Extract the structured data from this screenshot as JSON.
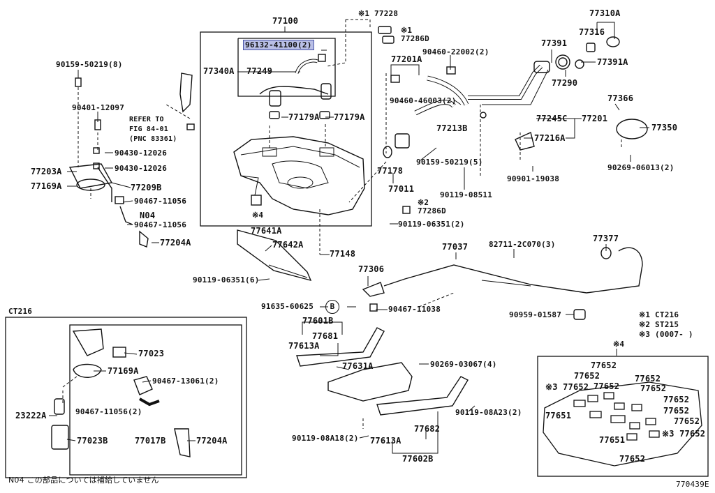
{
  "diagram": {
    "figure_id": "770439E",
    "footnote": "N04 この部品については補給していません",
    "inset_left_title": "CT216",
    "inset_right_title": "※4",
    "legend": [
      "※1 CT216",
      "※2 ST215",
      "※3 (0007-    )"
    ],
    "highlighted_part": "96132-41100(2)",
    "labels": {
      "p77100": "77100",
      "p77228": "※1 77228",
      "p77310A": "77310A",
      "p77316": "77316",
      "p96132": "96132-41100(2)",
      "p77286D_1": "※1\n77286D",
      "p77391": "77391",
      "p77391A": "77391A",
      "p77290": "77290",
      "p90460_2": "90460-22002(2)",
      "p77201A": "77201A",
      "p90159_8": "90159-50219(8)",
      "p77340A": "77340A",
      "p77249": "77249",
      "p90401": "90401-12097",
      "p77366": "77366",
      "p90460_46": "90460-46003(2)",
      "p77179A_1": "77179A",
      "p77179A_2": "77179A",
      "p77213B": "77213B",
      "p77245C": "77245C",
      "p77201": "77201",
      "p77350": "77350",
      "p_refer": "REFER TO\nFIG 84-01\n(PNC 83361)",
      "p77216A": "77216A",
      "p90430_1": "90430-12026",
      "p90430_2": "90430-12026",
      "p77203A": "77203A",
      "p77169A": "77169A",
      "p77209B": "77209B",
      "p77178": "77178",
      "p90159_5": "90159-50219(5)",
      "p90901": "90901-19038",
      "p90269_06013": "90269-06013(2)",
      "p77011": "77011",
      "p90119_08511": "90119-08511",
      "p90467_a": "90467-11056",
      "p_mark4": "※4",
      "p77286D_2": "※2\n77286D",
      "pN04": "N04",
      "p90467_b": "90467-11056",
      "p90119_06351_2": "90119-06351(2)",
      "p77641A": "77641A",
      "p77204A": "77204A",
      "p77642A": "77642A",
      "p77148": "77148",
      "p77037": "77037",
      "p82711": "82711-2C070(3)",
      "p77377": "77377",
      "p90119_06351_6": "90119-06351(6)",
      "p77306": "77306",
      "p91635": "91635-60625",
      "pB": "B",
      "p90467_11038": "90467-11038",
      "p90959": "90959-01587",
      "p77601B": "77601B",
      "p77681": "77681",
      "p77613A_1": "77613A",
      "p77631A": "77631A",
      "p90269_03067": "90269-03067(4)",
      "p90119_08A23": "90119-08A23(2)",
      "p90119_08A18": "90119-08A18(2)",
      "p77613A_2": "77613A",
      "p77682": "77682",
      "p77602B": "77602B",
      "c77023": "77023",
      "c77169A": "77169A",
      "c90467_13061": "90467-13061(2)",
      "c23222A": "23222A",
      "c90467_11056": "90467-11056(2)",
      "c77023B": "77023B",
      "c77017B": "77017B",
      "c77204A": "77204A",
      "r77652_1": "77652",
      "r77652_2": "77652",
      "r77652_3": "77652",
      "r77652_4": "※3 77652",
      "r77652_5": "77652",
      "r77652_6": "77652",
      "r77652_7": "77652",
      "r77651_1": "77651",
      "r77652_8": "77652",
      "r77652_9": "77652",
      "r77651_2": "77651",
      "r77652_10": "※3 77652",
      "r77652_11": "77652"
    }
  }
}
